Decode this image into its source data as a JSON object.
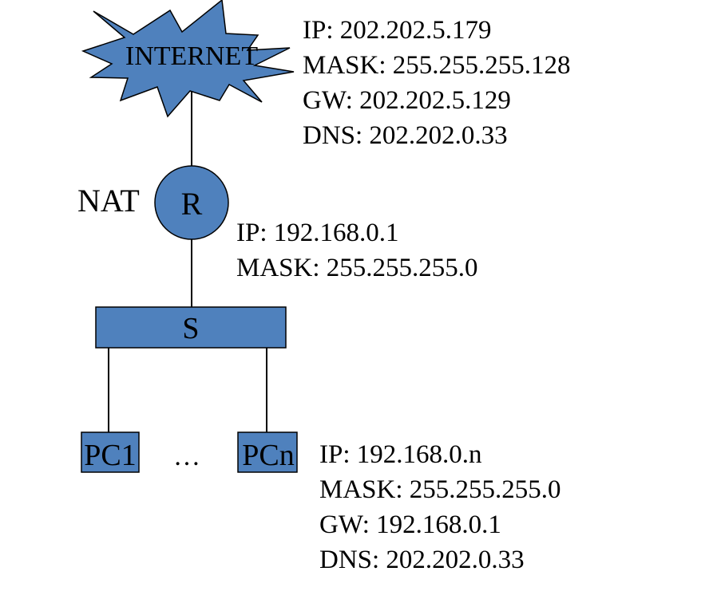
{
  "diagram": {
    "internet": {
      "label": "INTERNET",
      "color": "#4f81bd",
      "info": [
        "IP: 202.202.5.179",
        "MASK: 255.255.255.128",
        "GW: 202.202.5.129",
        "DNS: 202.202.0.33"
      ]
    },
    "router": {
      "label": "R",
      "side_label": "NAT",
      "info": [
        "IP: 192.168.0.1",
        "MASK: 255.255.255.0"
      ]
    },
    "switch": {
      "label": "S"
    },
    "pcs": {
      "first_label": "PC1",
      "ellipsis": "…",
      "last_label": "PCn",
      "info": [
        "IP: 192.168.0.n",
        "MASK: 255.255.255.0",
        "GW: 192.168.0.1",
        "DNS: 202.202.0.33"
      ]
    },
    "colors": {
      "node_fill": "#4f81bd",
      "stroke": "#000000"
    }
  }
}
